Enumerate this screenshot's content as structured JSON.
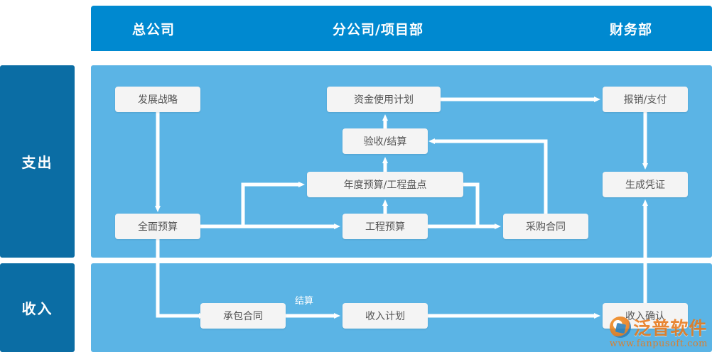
{
  "header": {
    "columns": [
      {
        "label": "总公司"
      },
      {
        "label": "分公司/项目部"
      },
      {
        "label": "财务部"
      }
    ]
  },
  "sidebar": {
    "items": [
      {
        "label": "支出"
      },
      {
        "label": "收入"
      }
    ]
  },
  "flow": {
    "expense_nodes": [
      {
        "id": "fazhan-zhanlue",
        "label": "发展战略"
      },
      {
        "id": "quanmian-yusuan",
        "label": "全面预算"
      },
      {
        "id": "zijin-shiyong",
        "label": "资金使用计划"
      },
      {
        "id": "yanshou-jiesuan",
        "label": "验收/结算"
      },
      {
        "id": "niandu-yusuan",
        "label": "年度预算/工程盘点"
      },
      {
        "id": "gongcheng-yusuan",
        "label": "工程预算"
      },
      {
        "id": "caigou-hetong",
        "label": "采购合同"
      },
      {
        "id": "baoxiao-zhifu",
        "label": "报销/支付"
      },
      {
        "id": "shengcheng-pingzheng",
        "label": "生成凭证"
      }
    ],
    "income_nodes": [
      {
        "id": "chengbao-hetong",
        "label": "承包合同"
      },
      {
        "id": "shouru-jihua",
        "label": "收入计划"
      },
      {
        "id": "shouru-queren",
        "label": "收入确认"
      }
    ],
    "edge_labels": [
      {
        "id": "jiesuan",
        "label": "结算"
      }
    ]
  },
  "watermark": {
    "brand": "泛普软件",
    "url": "www.fanpusoft.com"
  },
  "colors": {
    "header_bar": "#0089D0",
    "sidebar": "#0B6DA4",
    "panel": "#5BB4E5",
    "node_fill": "#F4F4F4",
    "node_text": "#555555",
    "connector": "#FFFFFF",
    "watermark": "#E8791A"
  }
}
